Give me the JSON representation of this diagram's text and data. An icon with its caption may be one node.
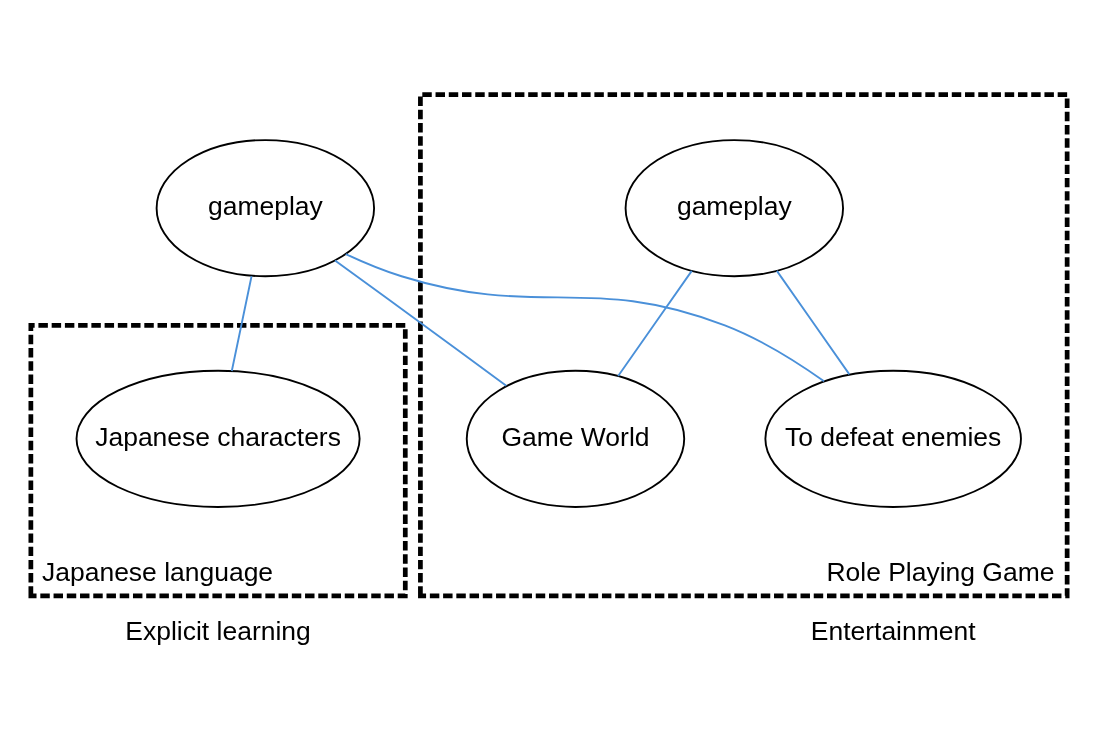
{
  "diagram": {
    "nodes": [
      {
        "text": [
          "gameplay"
        ]
      },
      {
        "text": [
          "Japanese language"
        ],
        "beside": [
          "Explicit learning"
        ]
      },
      {
        "text": [
          "Japanese characters"
        ],
        "in": 1
      },
      {
        "text": [
          "Role Playing Game"
        ],
        "beside": [
          "Entertainment"
        ]
      },
      {
        "text": [
          "gameplay"
        ],
        "in": 3
      },
      {
        "text": [
          "Game World"
        ],
        "in": 3
      },
      {
        "text": [
          "To defeat enemies"
        ],
        "in": 3
      }
    ],
    "edges": [
      {
        "from": 0,
        "to": 2,
        "arrow": "none"
      },
      {
        "from": 0,
        "to": 5,
        "arrow": "none"
      },
      {
        "from": 0,
        "to": 6,
        "arrow": "none"
      },
      {
        "from": 4,
        "to": 5,
        "arrow": "none"
      },
      {
        "from": 4,
        "to": 6,
        "arrow": "none"
      }
    ]
  }
}
